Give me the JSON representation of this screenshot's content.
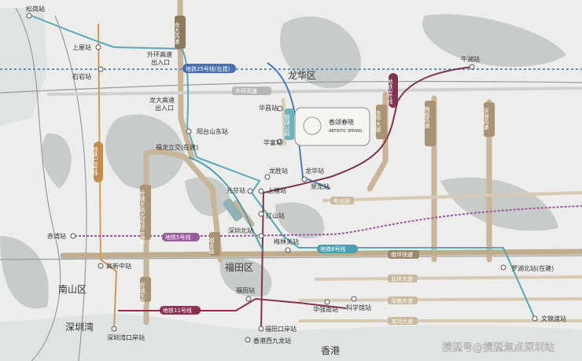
{
  "districts": {
    "longhua": "龙华区",
    "futian": "福田区",
    "nanshan": "南山区",
    "shenzhenwan": "深圳湾",
    "hongkong": "香港"
  },
  "roads": {
    "longda_v": "龙大高速",
    "waihuan": "外环高速",
    "longda_exit": "龙大高速\n出入口",
    "waihuan_exit": "外环高速\n出入口",
    "beihuan_h": "北环大道",
    "shennan": "深南大道",
    "binhe": "滨河大道",
    "nanping": "南坪快速",
    "buhuan": "布龙路",
    "longhua_ave": "龙华大道",
    "yinhu_park": "银湖公园",
    "sheyu": "沙河西路",
    "shenhai": "深海高速",
    "qiaocheng_north": "侨城东路北延段(在建)",
    "qiaocheng_east": "侨城东路",
    "longhua_rd": "福龙路",
    "meiguan": "梅观高速",
    "futian_link": "福田联络线",
    "beihuan_east": "北环大道",
    "shennan_east": "深南大道"
  },
  "lines": {
    "line25": "地铁25号线(在建)",
    "line4": "地铁4号线",
    "line13": "地铁13号线",
    "line5": "地铁5号线",
    "line6": "地铁6号线",
    "line11": "地铁11号线"
  },
  "stations": {
    "songgang": "松岗站",
    "shangwu": "上屋站",
    "shiyan": "石岩站",
    "gaoxin": "高新中站",
    "shenzhenwan": "深圳湾口岸站",
    "yangtai": "阳台山东站",
    "fulong": "福龙立交(在建)",
    "huaxia": "华昌站",
    "huaxin": "华富站",
    "longsheng": "龙胜站",
    "longhua": "龙华站",
    "jinglong": "景龙站",
    "yuanfen": "元芬站",
    "shangtang": "上塘站",
    "hongshan": "红山站",
    "shenzhenbei": "深圳北站",
    "meilin": "梅林关站",
    "futian": "福田站",
    "futiankouan": "福田口岸站",
    "huaqiang": "华强南站",
    "kexue": "科学馆站",
    "chiwan": "赤湾站",
    "niuhu": "牛湖站",
    "luohubei": "罗湖北站(在建)",
    "wenjin": "文锦渡站",
    "xianggang": "香港西九龙站"
  },
  "project": {
    "name": "香颂春晓",
    "sub": "ARTISTIC SPRING"
  },
  "watermark": "搜狐号@搜狐焦点深圳站",
  "colors": {
    "line25": "#5aa7b8",
    "line4": "#8a3a52",
    "line13": "#c99a5e",
    "line5": "#a55fa5",
    "line6": "#6aa6b9",
    "line11": "#8a2f52",
    "road_gold": "#b59a75",
    "highway": "#888",
    "water": "#bfc6c3",
    "bg": "#ededeb"
  }
}
